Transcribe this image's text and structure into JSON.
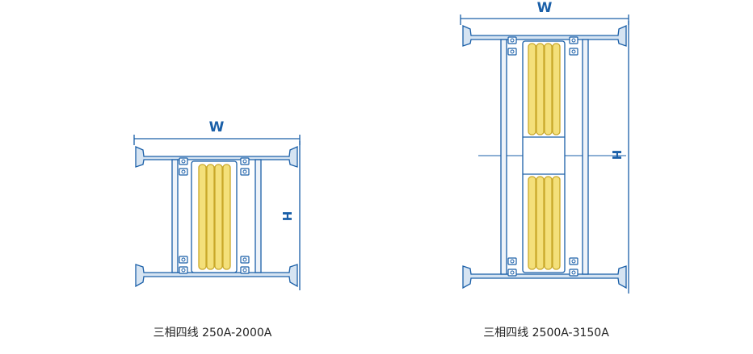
{
  "diagrams": [
    {
      "width_label": "W",
      "height_label": "H",
      "caption": "三相四线 250A-2000A"
    },
    {
      "width_label": "W",
      "height_label": "H",
      "caption": "三相四线 2500A-3150A"
    }
  ],
  "colors": {
    "line": "#1a5fa8",
    "steel_fill": "#d6e4f2",
    "busbar_fill": "#f4e07a",
    "busbar_stroke": "#c9a82a",
    "dim_label": "#1a5fa8",
    "caption": "#222222"
  }
}
